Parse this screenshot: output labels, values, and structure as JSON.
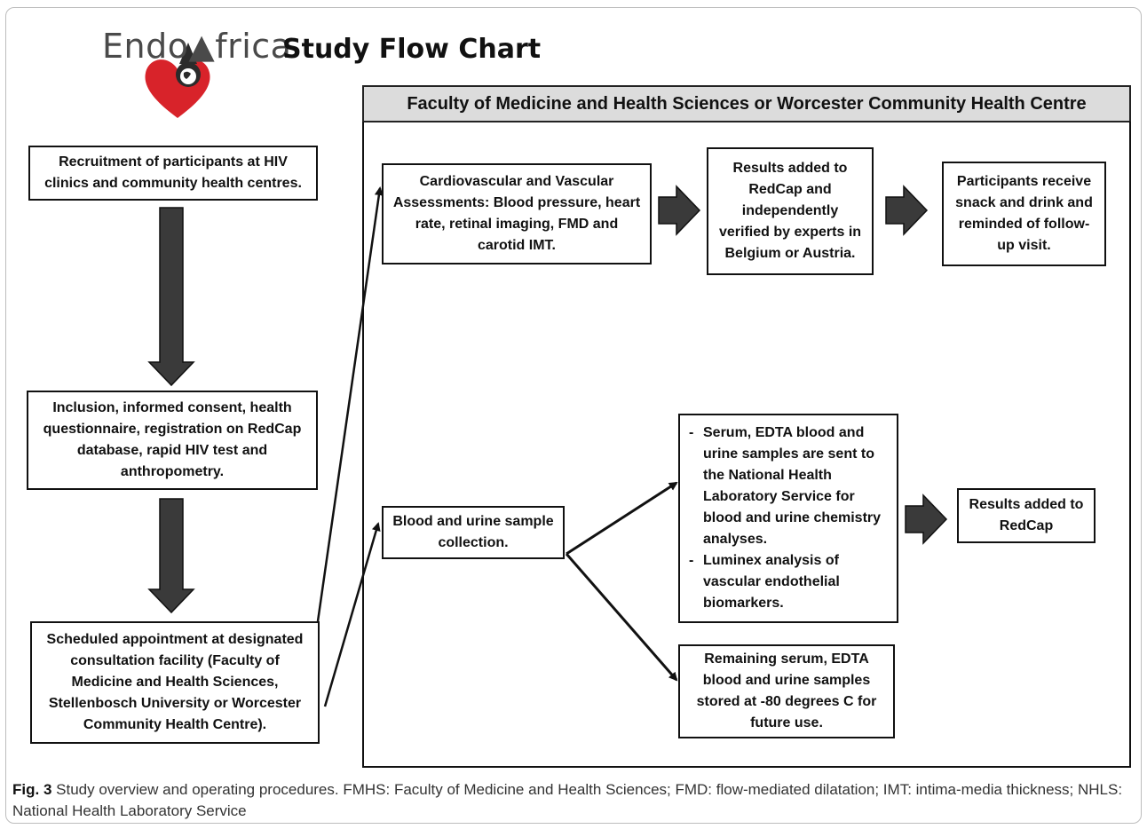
{
  "header": {
    "logo_text": "Endo▲frica",
    "title": "Study Flow Chart"
  },
  "facility": {
    "title": "Faculty of Medicine and Health Sciences or Worcester Community Health Centre"
  },
  "left_column": {
    "recruitment": "Recruitment of participants at HIV clinics and community health centres.",
    "inclusion": "Inclusion, informed consent, health questionnaire, registration on RedCap database, rapid HIV test and anthropometry.",
    "appointment": "Scheduled appointment at designated consultation facility (Faculty of Medicine and Health Sciences, Stellenbosch University or Worcester Community Health Centre)."
  },
  "top_row": {
    "assessments": "Cardiovascular and Vascular Assessments: Blood pressure, heart rate, retinal imaging, FMD and carotid IMT.",
    "results_verified": "Results added to RedCap and independently verified by experts in Belgium or Austria.",
    "snack": "Participants receive snack and drink and reminded of follow-up visit."
  },
  "bottom_row": {
    "blood_collection": "Blood and urine sample collection.",
    "samples_bullets": [
      "Serum, EDTA blood and urine samples are sent to the National Health Laboratory Service for blood and urine chemistry analyses.",
      "Luminex analysis of vascular endothelial biomarkers."
    ],
    "results_added": "Results added to RedCap",
    "stored": "Remaining serum, EDTA blood and urine samples stored at -80 degrees C for future use."
  },
  "caption": {
    "label": "Fig. 3",
    "text": "Study overview and operating procedures. FMHS: Faculty of Medicine and Health Sciences; FMD: flow-mediated dilatation; IMT: intima-media thickness; NHLS: National Health Laboratory Service"
  },
  "colors": {
    "heart": "#d8232a",
    "arrow_fill": "#3a3a3a",
    "header_bg": "#dcdcdc"
  }
}
